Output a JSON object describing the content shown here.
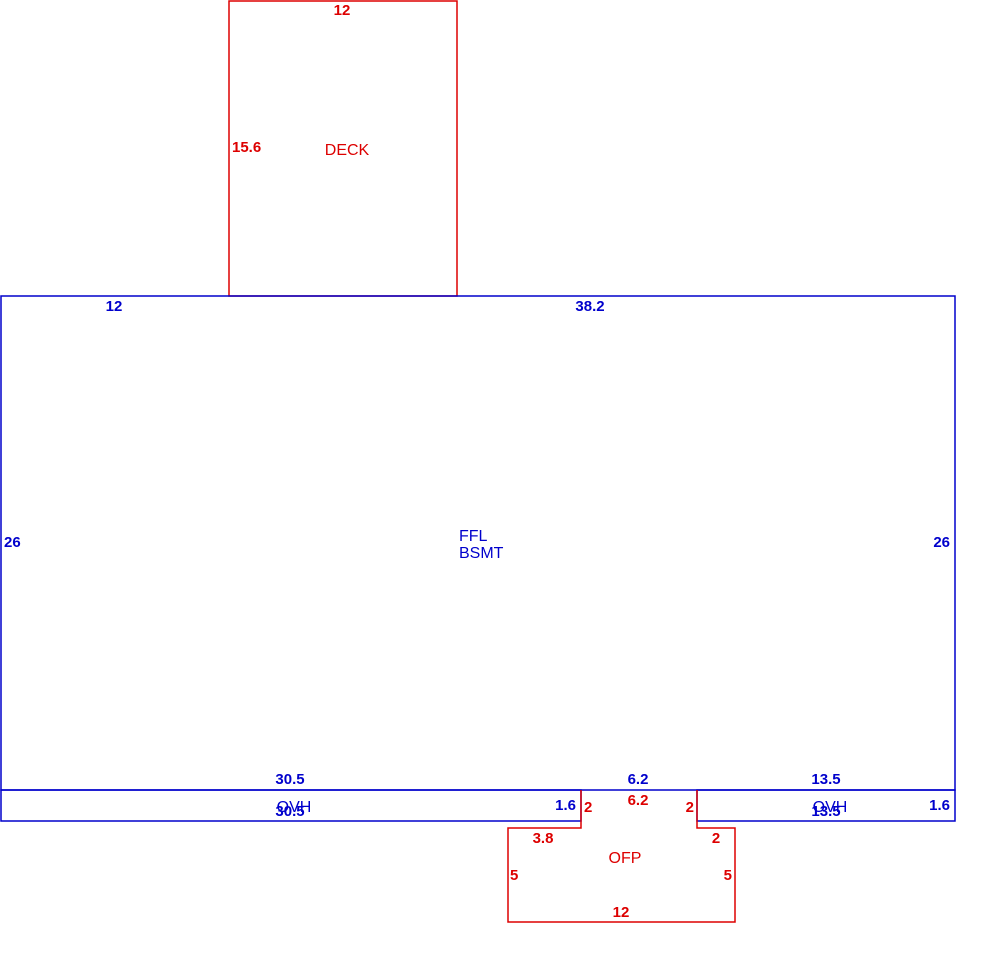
{
  "colors": {
    "main": "#0000cc",
    "addition": "#dd0000"
  },
  "deck": {
    "label": "DECK",
    "top": "12",
    "left": "15.6"
  },
  "house": {
    "label_line1": "FFL",
    "label_line2": "BSMT",
    "top_left": "12",
    "top_right": "38.2",
    "left": "26",
    "right": "26",
    "bottom_left": "30.5",
    "bottom_mid": "6.2",
    "bottom_right": "13.5"
  },
  "ovh_left": {
    "label": "OVH",
    "bottom": "30.5",
    "right": "1.6"
  },
  "ovh_right": {
    "label": "OVH",
    "bottom": "13.5",
    "right": "1.6"
  },
  "ofp": {
    "label": "OFP",
    "top": "6.2",
    "neck_left": "2",
    "neck_right": "2",
    "shoulder_left": "3.8",
    "shoulder_right": "2",
    "left": "5",
    "right": "5",
    "bottom": "12"
  }
}
